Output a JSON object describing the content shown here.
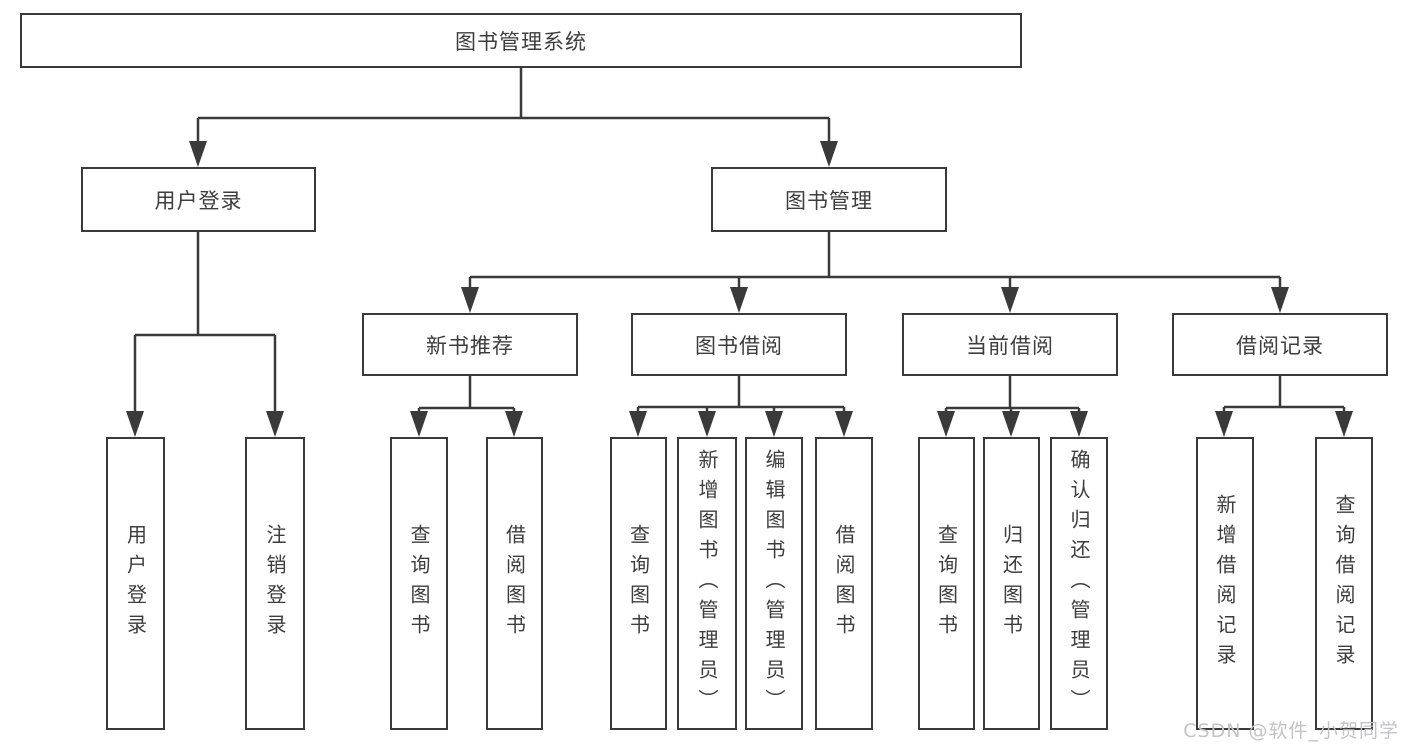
{
  "tree": {
    "root": "图书管理系统",
    "children": [
      {
        "label": "用户登录",
        "children": [
          "用户登录",
          "注销登录"
        ]
      },
      {
        "label": "图书管理",
        "children": [
          {
            "label": "新书推荐",
            "children": [
              "查询图书",
              "借阅图书"
            ]
          },
          {
            "label": "图书借阅",
            "children": [
              "查询图书",
              "新增图书（管理员）",
              "编辑图书（管理员）",
              "借阅图书"
            ]
          },
          {
            "label": "当前借阅",
            "children": [
              "查询图书",
              "归还图书",
              "确认归还（管理员）"
            ]
          },
          {
            "label": "借阅记录",
            "children": [
              "新增借阅记录",
              "查询借阅记录"
            ]
          }
        ]
      }
    ]
  },
  "watermark": "CSDN @软件_小贺同学",
  "colors": {
    "line": "#3a3a3a",
    "box_background": "#ffffff",
    "text": "#3d3d3d",
    "watermark": "#c3c3c6"
  }
}
